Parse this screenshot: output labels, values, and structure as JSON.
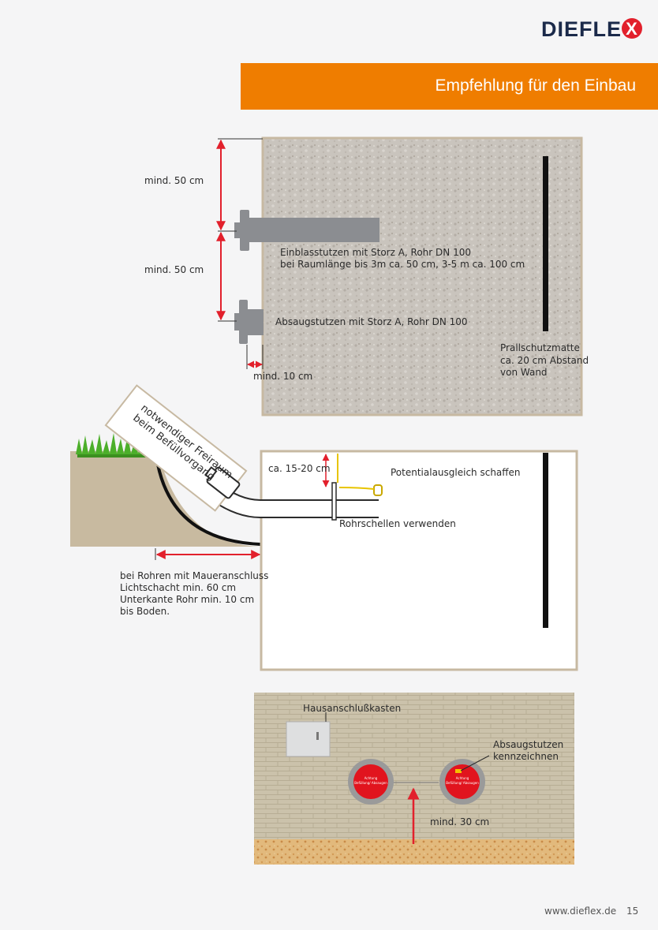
{
  "brand": {
    "name_part": "DIEFLE",
    "x_mark": "X"
  },
  "header": {
    "title": "Empfehlung für den Einbau"
  },
  "diagram1": {
    "dim_top": "mind. 50 cm",
    "dim_middle": "mind. 50 cm",
    "inlet_label_line1": "Einblasstutzen mit Storz A, Rohr DN 100",
    "inlet_label_line2": "bei Raumlänge bis 3m ca. 50 cm, 3-5 m ca. 100 cm",
    "suction_label": "Absaugstutzen mit Storz A, Rohr DN 100",
    "wall_distance": "mind. 10 cm",
    "mat_line1": "Prallschutzmatte",
    "mat_line2": "ca. 20 cm Abstand",
    "mat_line3": "von Wand"
  },
  "diagram2": {
    "freeroom_line1": "notwendiger Freiraum",
    "freeroom_line2": "beim Befüllvorgang",
    "pipe_height": "ca. 15-20 cm",
    "equipotential": "Potentialausgleich schaffen",
    "clamps": "Rohrschellen verwenden",
    "note_line1": "bei Rohren mit Maueranschluss",
    "note_line2": "Lichtschacht min. 60 cm",
    "note_line3": "Unterkante Rohr min. 10 cm",
    "note_line4": "bis Boden."
  },
  "diagram3": {
    "house_box": "Hausanschlußkasten",
    "mark_suction_line1": "Absaugstutzen",
    "mark_suction_line2": "kennzeichnen",
    "min_height": "mind. 30 cm",
    "cap_left_line1": "Achtung",
    "cap_left_line2": "Befüllung/ Absaugen",
    "cap_right_line1": "Achtung",
    "cap_right_line2": "Befüllung/ Absaugen"
  },
  "footer": {
    "url": "www.dieflex.de",
    "page": "15"
  },
  "colors": {
    "accent": "#ef7d00",
    "dimension_red": "#e2202c",
    "brand_navy": "#1b2a4a"
  }
}
